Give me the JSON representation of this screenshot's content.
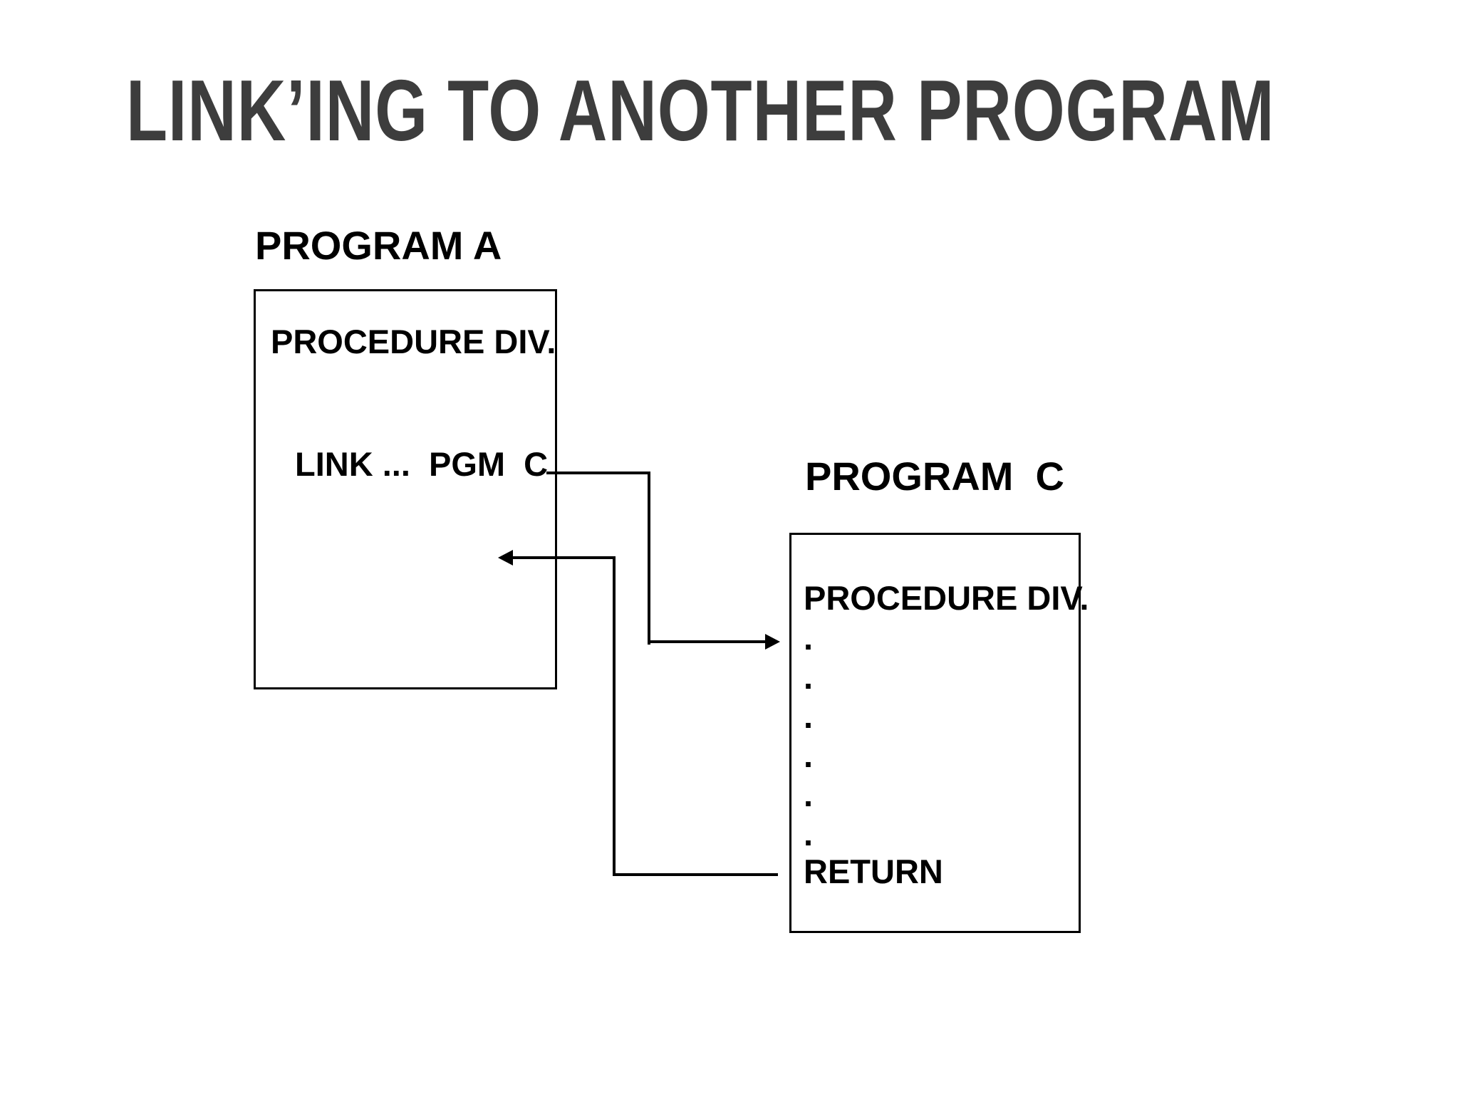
{
  "slide": {
    "title": "LINK’ING TO ANOTHER PROGRAM",
    "program_a": {
      "label": "PROGRAM A",
      "procedure_line": "PROCEDURE DIV.",
      "link_line": "LINK ...  PGM  C"
    },
    "program_c": {
      "label": "PROGRAM  C",
      "procedure_line": "PROCEDURE DIV.",
      "dots": ".\n.\n.\n.\n.\n.",
      "return_line": "RETURN"
    },
    "colors": {
      "title": "#3d3d3d",
      "diagram": "#000000",
      "background": "#ffffff"
    }
  }
}
